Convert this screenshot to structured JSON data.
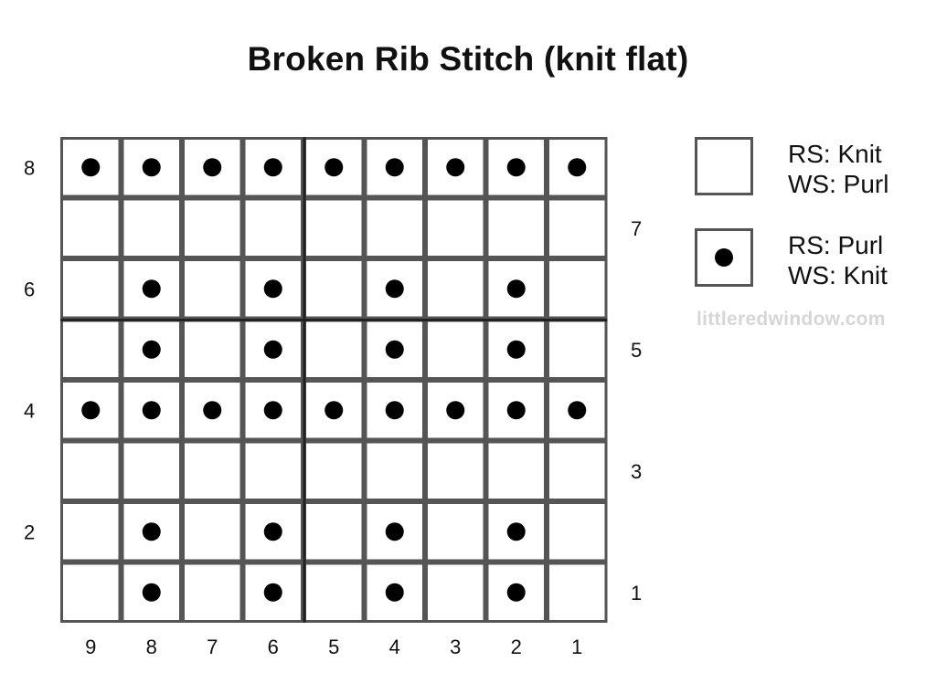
{
  "title": "Broken Rib Stitch (knit flat)",
  "grid": {
    "columns": [
      "9",
      "8",
      "7",
      "6",
      "5",
      "4",
      "3",
      "2",
      "1"
    ],
    "rows_top_to_bottom": [
      {
        "number": "8",
        "side": "left",
        "purl_cols": [
          9,
          8,
          7,
          6,
          5,
          4,
          3,
          2,
          1
        ]
      },
      {
        "number": "7",
        "side": "right",
        "purl_cols": []
      },
      {
        "number": "6",
        "side": "left",
        "purl_cols": [
          8,
          6,
          4,
          2
        ]
      },
      {
        "number": "5",
        "side": "right",
        "purl_cols": [
          8,
          6,
          4,
          2
        ]
      },
      {
        "number": "4",
        "side": "left",
        "purl_cols": [
          9,
          8,
          7,
          6,
          5,
          4,
          3,
          2,
          1
        ]
      },
      {
        "number": "3",
        "side": "right",
        "purl_cols": []
      },
      {
        "number": "2",
        "side": "left",
        "purl_cols": [
          8,
          6,
          4,
          2
        ]
      },
      {
        "number": "1",
        "side": "right",
        "purl_cols": [
          8,
          6,
          4,
          2
        ]
      }
    ],
    "line_color": "#555555",
    "dot_color": "#000000"
  },
  "legend": {
    "knit": {
      "icon": "empty-square-icon",
      "line1": "RS: Knit",
      "line2": "WS: Purl"
    },
    "purl": {
      "icon": "dot-square-icon",
      "line1": "RS: Purl",
      "line2": "WS: Knit"
    }
  },
  "watermark": "littleredwindow.com"
}
